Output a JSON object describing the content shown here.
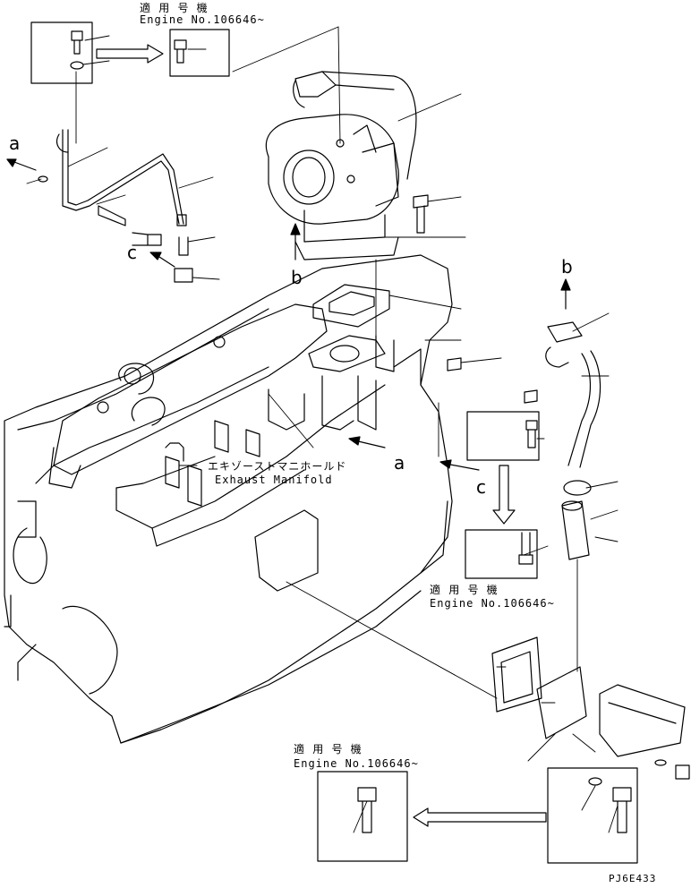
{
  "notes": {
    "top": {
      "jp": "適 用 号 機",
      "en": "Engine No.106646~"
    },
    "mid": {
      "jp": "適 用 号 機",
      "en": "Engine No.106646~"
    },
    "bottom": {
      "jp": "適 用 号 機",
      "en": "Engine No.106646~"
    }
  },
  "manifold": {
    "jp": "エキゾーストマニホールド",
    "en": "Exhaust Manifold"
  },
  "markers": {
    "a_left": "a",
    "a_right": "a",
    "b_left": "b",
    "b_right": "b",
    "c_left": "c",
    "c_right": "c"
  },
  "code": "PJ6E433"
}
